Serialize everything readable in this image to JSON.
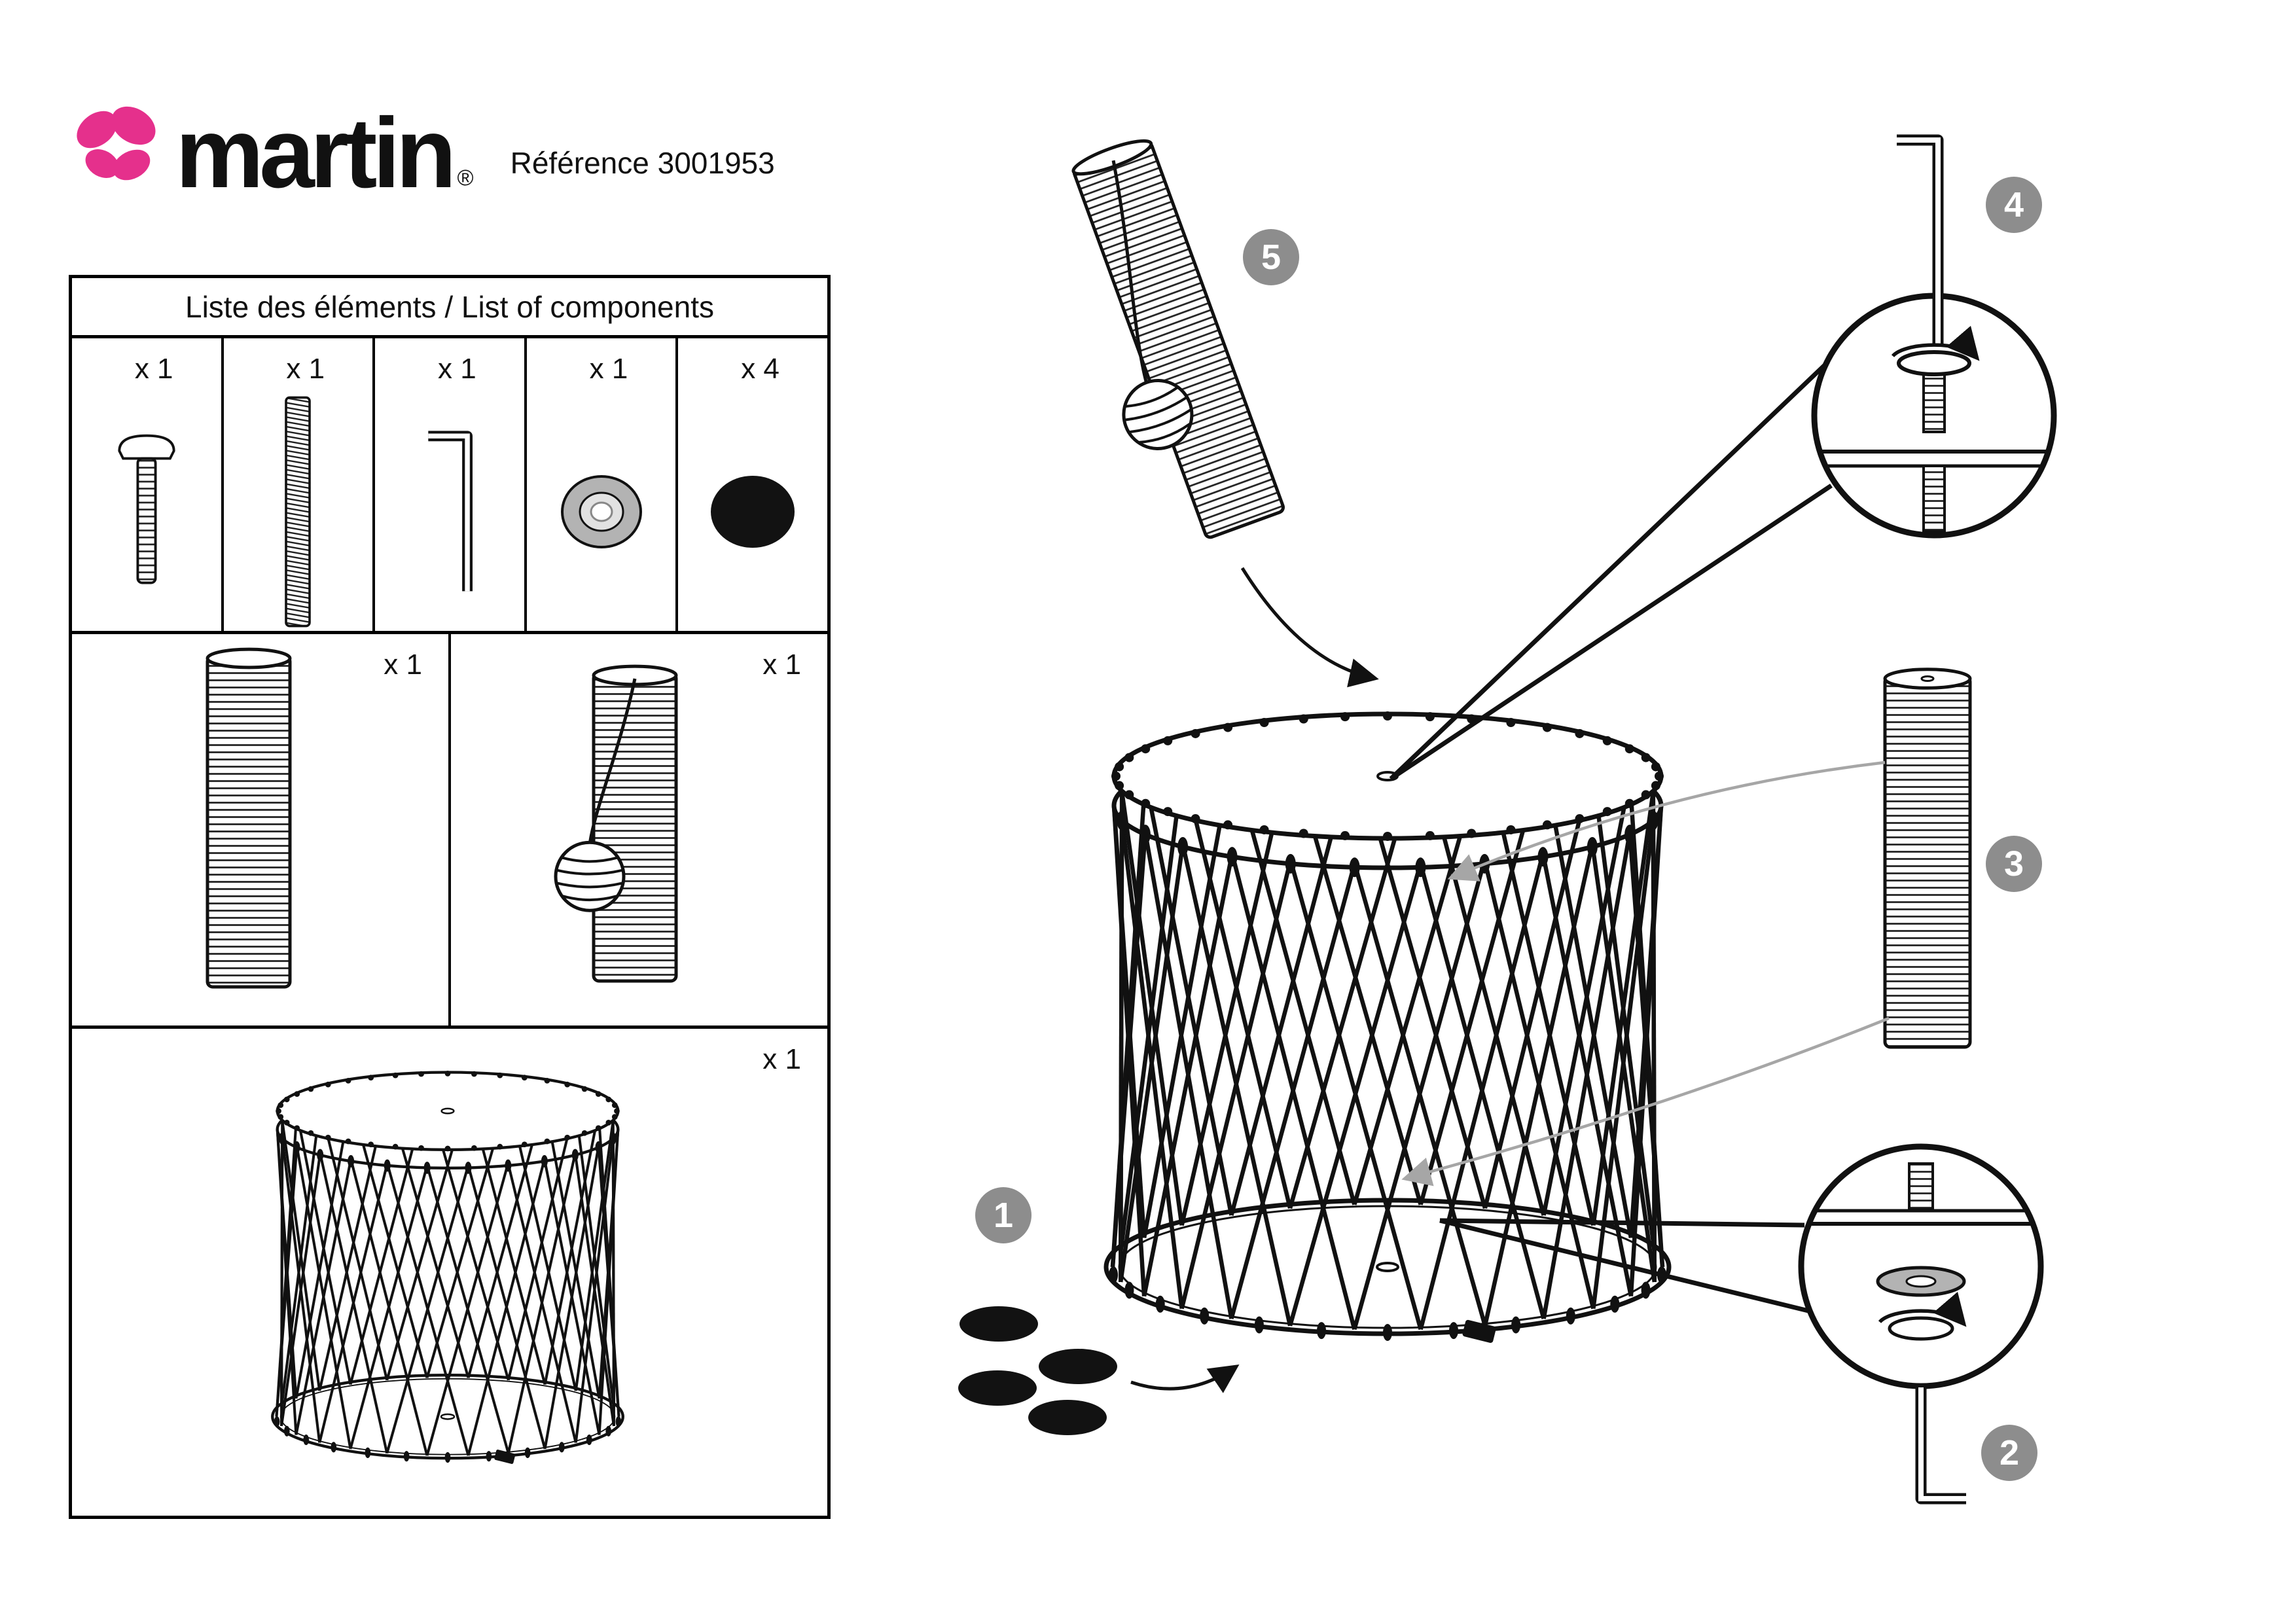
{
  "brand": {
    "name": "martin",
    "registered_mark": "®",
    "accent_pink": "#e5308c"
  },
  "document": {
    "reference": "Référence 3001953"
  },
  "components_table": {
    "title": "Liste des éléments / List of components",
    "row1": [
      {
        "item": "screw",
        "qty": "x 1"
      },
      {
        "item": "threaded-rod",
        "qty": "x 1"
      },
      {
        "item": "allen-key",
        "qty": "x 1"
      },
      {
        "item": "washer",
        "qty": "x 1"
      },
      {
        "item": "floor-pad",
        "qty": "x 4"
      }
    ],
    "row2": [
      {
        "item": "scratching-post",
        "qty": "x 1"
      },
      {
        "item": "scratching-post-with-ball",
        "qty": "x 1"
      }
    ],
    "row3": [
      {
        "item": "corded-drum-base",
        "qty": "x 1"
      }
    ]
  },
  "steps": [
    "1",
    "2",
    "3",
    "4",
    "5"
  ],
  "colors": {
    "badge_gray": "#8d8d8d",
    "washer_gray": "#b3b3b3",
    "arrow_gray": "#a6a6a6",
    "line_black": "#111111"
  }
}
